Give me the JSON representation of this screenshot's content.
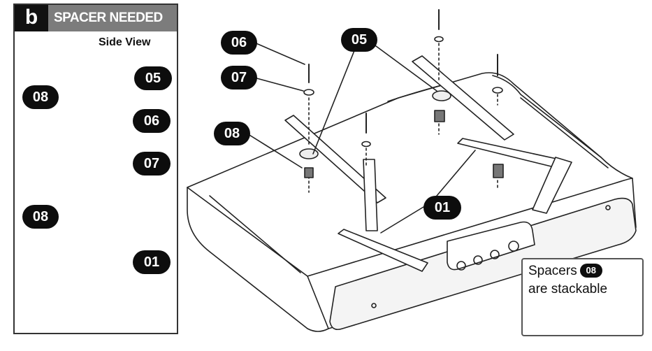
{
  "panel": {
    "letter": "b",
    "title": "SPACER NEEDED",
    "view_label": "Side View",
    "callouts": [
      "08",
      "05",
      "06",
      "07",
      "08",
      "01"
    ]
  },
  "main": {
    "callouts": [
      "06",
      "05",
      "07",
      "08",
      "01"
    ]
  },
  "inset": {
    "line1": "Spacers",
    "tag": "08",
    "line2": "are stackable"
  },
  "colors": {
    "header_bg": "#7c7c7c",
    "tag_bg": "#0d0d0d",
    "stroke": "#222222"
  }
}
